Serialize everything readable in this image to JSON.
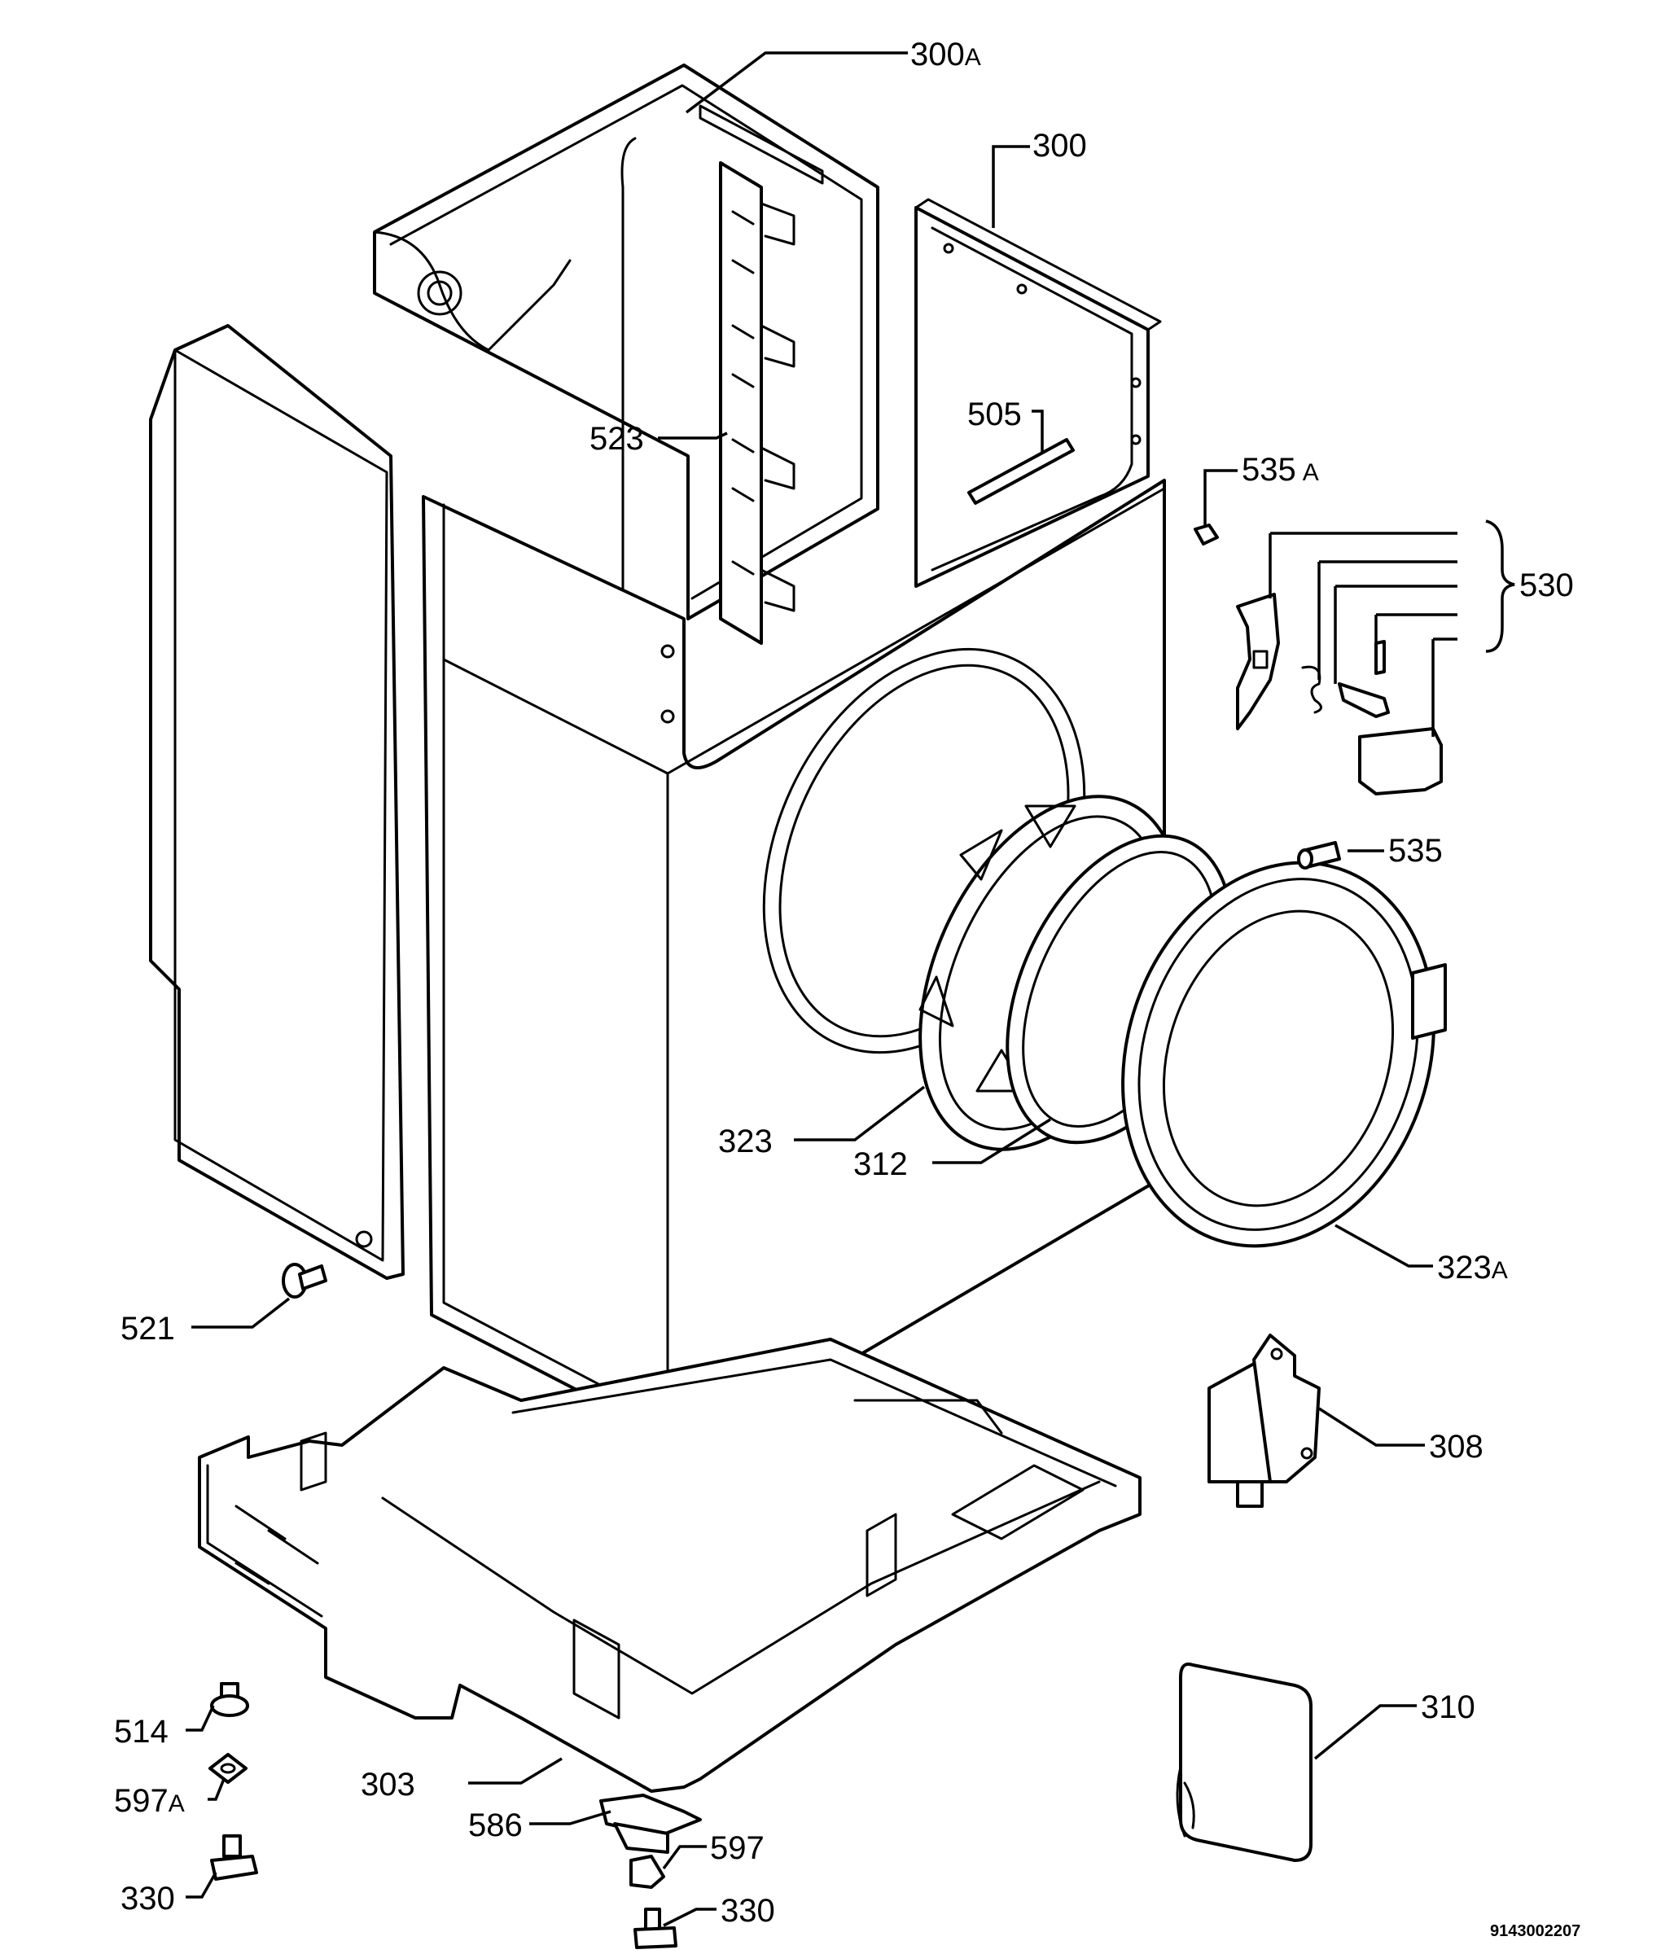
{
  "diagram": {
    "document_number": "9143002207",
    "labels": [
      {
        "id": "300A",
        "num": "300",
        "suffix": "A"
      },
      {
        "id": "300",
        "num": "300",
        "suffix": ""
      },
      {
        "id": "505",
        "num": "505",
        "suffix": ""
      },
      {
        "id": "535A",
        "num": "535",
        "suffix": "A"
      },
      {
        "id": "530",
        "num": "530",
        "suffix": ""
      },
      {
        "id": "523",
        "num": "523",
        "suffix": ""
      },
      {
        "id": "535",
        "num": "535",
        "suffix": ""
      },
      {
        "id": "323",
        "num": "323",
        "suffix": ""
      },
      {
        "id": "312",
        "num": "312",
        "suffix": ""
      },
      {
        "id": "323A",
        "num": "323",
        "suffix": "A"
      },
      {
        "id": "521",
        "num": "521",
        "suffix": ""
      },
      {
        "id": "308",
        "num": "308",
        "suffix": ""
      },
      {
        "id": "310",
        "num": "310",
        "suffix": ""
      },
      {
        "id": "514",
        "num": "514",
        "suffix": ""
      },
      {
        "id": "597A",
        "num": "597",
        "suffix": "A"
      },
      {
        "id": "303",
        "num": "303",
        "suffix": ""
      },
      {
        "id": "586",
        "num": "586",
        "suffix": ""
      },
      {
        "id": "597",
        "num": "597",
        "suffix": ""
      },
      {
        "id": "330L",
        "num": "330",
        "suffix": ""
      },
      {
        "id": "330R",
        "num": "330",
        "suffix": ""
      }
    ]
  }
}
